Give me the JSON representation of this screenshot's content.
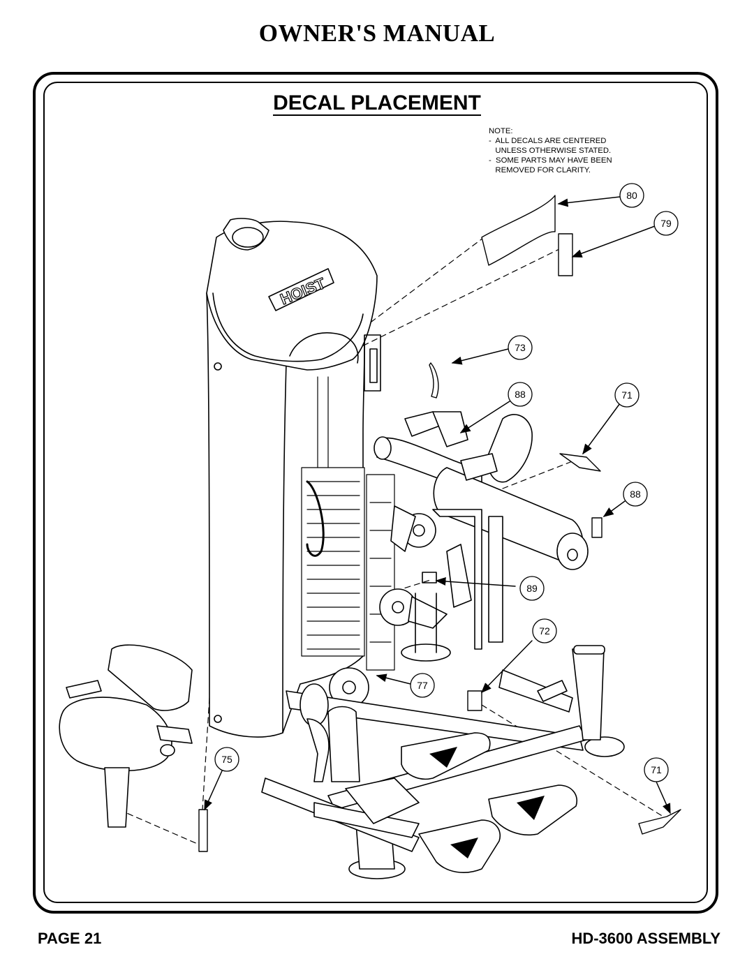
{
  "header": {
    "title": "OWNER'S MANUAL"
  },
  "section": {
    "title": "DECAL PLACEMENT"
  },
  "note": {
    "heading": "NOTE:",
    "lines": [
      "-  ALL DECALS ARE CENTERED",
      "   UNLESS OTHERWISE STATED.",
      "-  SOME PARTS MAY HAVE BEEN",
      "   REMOVED FOR CLARITY."
    ]
  },
  "logo_text": "HOIST",
  "callouts": [
    {
      "id": "80"
    },
    {
      "id": "79"
    },
    {
      "id": "73"
    },
    {
      "id": "88"
    },
    {
      "id": "71"
    },
    {
      "id": "88"
    },
    {
      "id": "89"
    },
    {
      "id": "72"
    },
    {
      "id": "77"
    },
    {
      "id": "75"
    },
    {
      "id": "71"
    }
  ],
  "footer": {
    "page_label": "PAGE 21",
    "assembly_label": "HD-3600 ASSEMBLY"
  }
}
